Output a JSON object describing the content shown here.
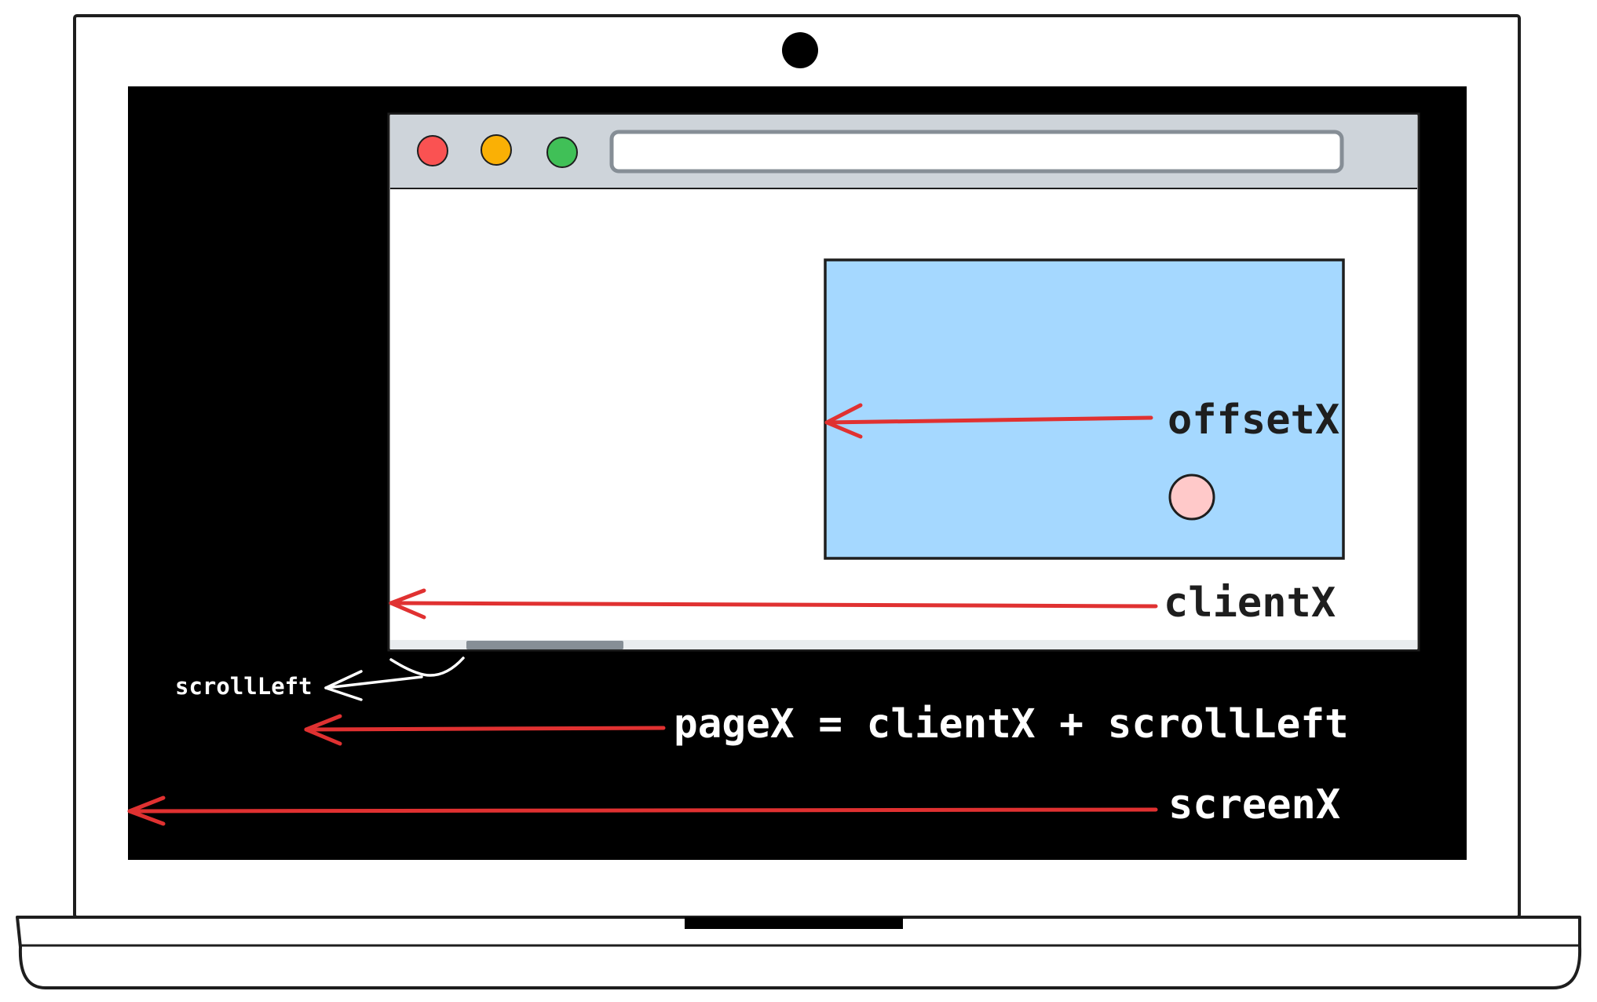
{
  "labels": {
    "offsetX": "offsetX",
    "clientX": "clientX",
    "scrollLeft": "scrollLeft",
    "pageX": "pageX = clientX + scrollLeft",
    "screenX": "screenX"
  },
  "colors": {
    "screen": "#000000",
    "laptop_frame": "#ffffff",
    "outline": "#1e1e1e",
    "browser_toolbar": "#ced4da",
    "address_bar": "#ffffff",
    "element_fill": "#a5d8ff",
    "click_point": "#ffc9c9",
    "arrow": "#e03131",
    "scroll_arrow": "#ffffff",
    "scrollbar_track": "#e9ecef",
    "scrollbar_thumb": "#868e96",
    "dot_close": "#fa5252",
    "dot_minimize": "#fab005",
    "dot_maximize": "#40c057"
  },
  "icons": {
    "camera": "webcam-icon",
    "window_controls": [
      "close-dot-icon",
      "minimize-dot-icon",
      "maximize-dot-icon"
    ]
  }
}
